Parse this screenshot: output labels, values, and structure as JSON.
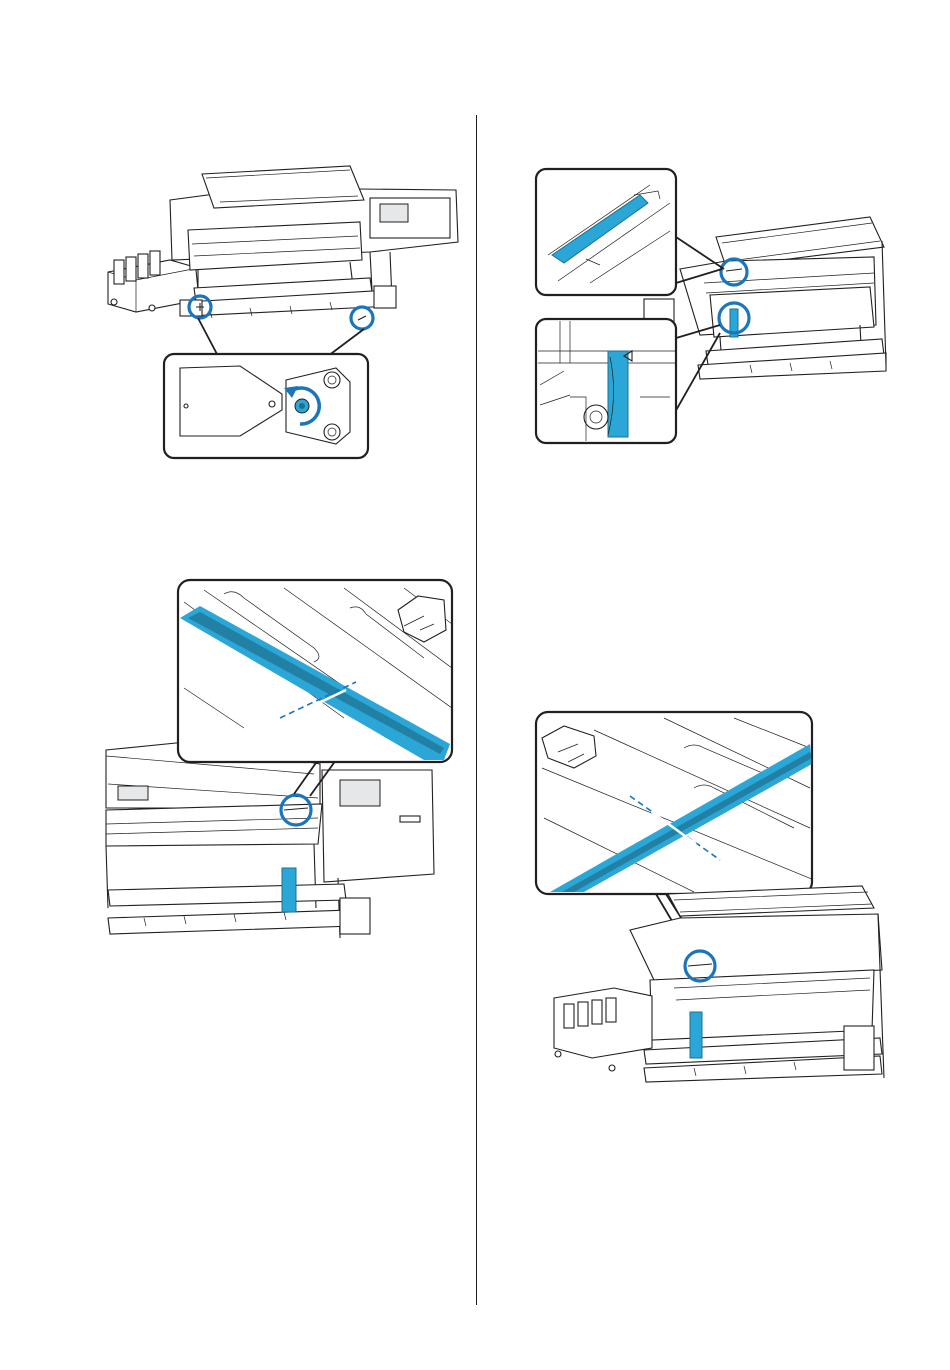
{
  "page": {
    "background": "#ffffff",
    "rule_color": "#231f20"
  },
  "colors": {
    "accent": "#1b75bc",
    "media": "#2aa7d6",
    "media_dark": "#1e6f8f",
    "outline": "#231f20"
  },
  "figures": [
    {
      "id": "fig-1",
      "subject": "printer-front-adjustment-knobs",
      "icons": [
        "printer-illustration",
        "rotate-arrow-icon"
      ]
    },
    {
      "id": "fig-2",
      "subject": "media-edge-alignment-marks",
      "icons": [
        "printer-illustration",
        "triangle-mark-icon"
      ]
    },
    {
      "id": "fig-3",
      "subject": "media-alignment-dashed-line-right",
      "icons": [
        "printer-illustration",
        "hand-icon"
      ]
    },
    {
      "id": "fig-4",
      "subject": "media-alignment-dashed-line-left",
      "icons": [
        "printer-illustration",
        "hand-icon"
      ]
    }
  ]
}
